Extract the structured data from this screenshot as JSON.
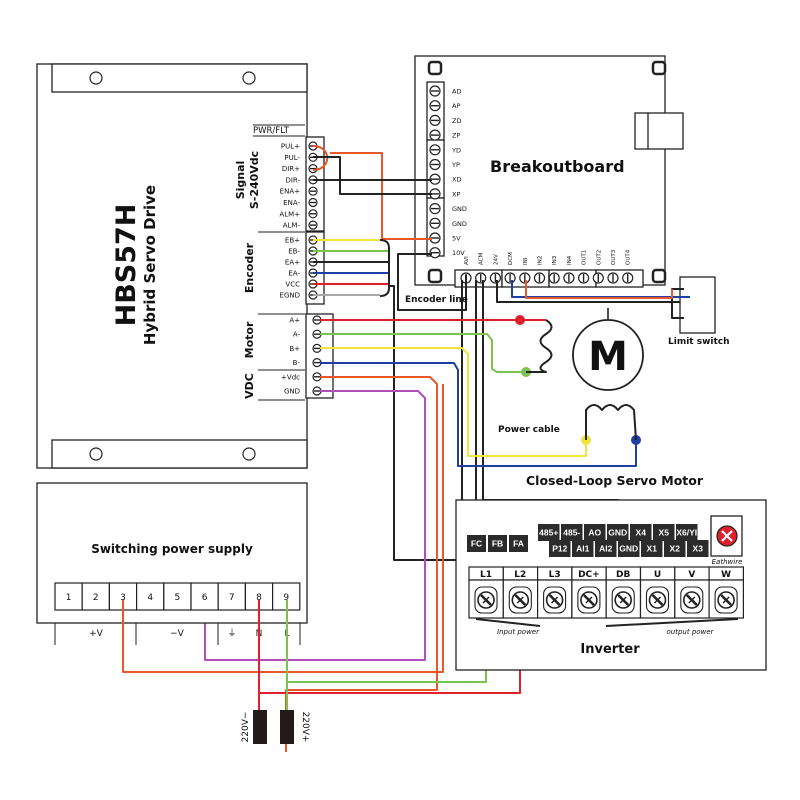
{
  "drive": {
    "model": "HBS57H",
    "subtitle": "Hybrid Servo Drive",
    "pwr_label": "PWR/FLT",
    "groups": [
      {
        "name": "Signal",
        "sub": "S-240Vdc",
        "pins": [
          "PUL+",
          "PUL-",
          "DIR+",
          "DIR-",
          "ENA+",
          "ENA-",
          "ALM+",
          "ALM-"
        ]
      },
      {
        "name": "Encoder",
        "pins": [
          "EB+",
          "EB-",
          "EA+",
          "EA-",
          "VCC",
          "EGND"
        ]
      },
      {
        "name": "Motor",
        "pins": [
          "A+",
          "A-",
          "B+",
          "B-"
        ]
      },
      {
        "name": "VDC",
        "pins": [
          "+Vdc",
          "GND"
        ]
      }
    ]
  },
  "breakout": {
    "title": "Breakoutboard",
    "left_pins": [
      "AD",
      "AP",
      "ZD",
      "ZP",
      "YD",
      "YP",
      "XD",
      "XP",
      "GND",
      "GND",
      "5V",
      "10V"
    ],
    "bottom_pins": [
      "AVI",
      "ACM",
      "24V",
      "DCM",
      "INI",
      "IN2",
      "IN3",
      "IN4",
      "OUT1",
      "OUT2",
      "OUT3",
      "OUT4"
    ]
  },
  "limit_switch": {
    "label": "Limit switch"
  },
  "motor": {
    "symbol": "M",
    "title": "Closed-Loop Servo Motor",
    "encoder_label": "Encoder line",
    "power_label": "Power cable"
  },
  "psu": {
    "title": "Switching power supply",
    "terminals": [
      "1",
      "2",
      "3",
      "4",
      "5",
      "6",
      "7",
      "8",
      "9"
    ],
    "group_labels": [
      "+V",
      "−V",
      "⏚",
      "N",
      "L"
    ]
  },
  "mains": {
    "minus": "220V−",
    "plus": "220V+"
  },
  "inverter": {
    "title": "Inverter",
    "top_row": [
      "485+",
      "485-",
      "AO",
      "GND",
      "X4",
      "X5",
      "X6/YI"
    ],
    "bottom_row": [
      "P12",
      "AI1",
      "AI2",
      "GND",
      "X1",
      "X2",
      "X3"
    ],
    "relay_row": [
      "FC",
      "FB",
      "FA"
    ],
    "power_terminals": [
      "L1",
      "L2",
      "L3",
      "DC+",
      "DB",
      "U",
      "V",
      "W"
    ],
    "input_label": "Input power",
    "output_label": "output power",
    "earth_label": "Eathwire"
  },
  "colors": {
    "orange": "#e8562a",
    "yellow": "#f0e33a",
    "green": "#7cc24e",
    "black": "#222222",
    "blue": "#1e3fa6",
    "red": "#e0202a",
    "gray": "#a8a8a8",
    "purple": "#b04fb8"
  }
}
